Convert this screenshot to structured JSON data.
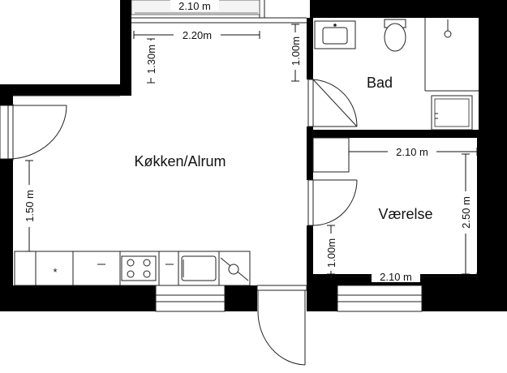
{
  "rooms": {
    "kitchen": "Køkken/Alrum",
    "bath": "Bad",
    "bedroom": "Værelse"
  },
  "dimensions": {
    "top_cut": "2.10 m",
    "hall_width": "2.20m",
    "hall_depth": "1.30m",
    "bath_wall": "1.00m",
    "kitchen_side": "1.50 m",
    "bedroom_width_top": "2.10 m",
    "bedroom_depth": "2.50 m",
    "bedroom_wall": "1.00m",
    "bedroom_width_bottom": "2.10 m"
  },
  "fixtures": {
    "stove_marker": "*"
  },
  "colors": {
    "wall": "#000000",
    "line": "#222222",
    "background": "#ffffff"
  }
}
